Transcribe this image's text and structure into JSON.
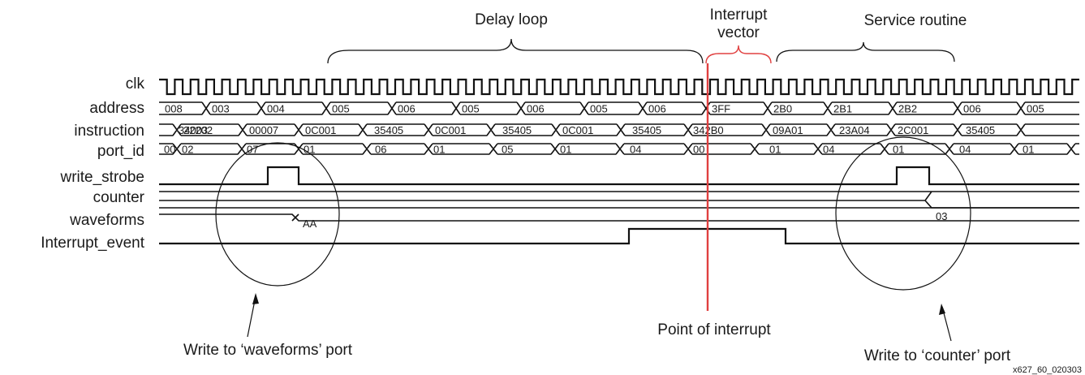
{
  "signals": [
    "clk",
    "address",
    "instruction",
    "port_id",
    "write_strobe",
    "counter",
    "waveforms",
    "Interrupt_event"
  ],
  "buses": {
    "address": [
      "008",
      "003",
      "004",
      "005",
      "006",
      "005",
      "006",
      "005",
      "006",
      "3FF",
      "2B0",
      "2B1",
      "2B2",
      "006",
      "005"
    ],
    "instruction": [
      "34003",
      "22202",
      "00007",
      "0C001",
      "35405",
      "0C001",
      "35405",
      "0C001",
      "35405",
      "342B0",
      "09A01",
      "23A04",
      "2C001",
      "35405"
    ],
    "port_id": [
      "00",
      "02",
      "07",
      "01",
      "06",
      "01",
      "05",
      "01",
      "04",
      "00",
      "01",
      "04",
      "01",
      "04",
      "01"
    ],
    "counter": [
      "03"
    ],
    "waveforms": [
      "AA"
    ]
  },
  "annotations": {
    "delay_loop": "Delay loop",
    "interrupt_vector_line1": "Interrupt",
    "interrupt_vector_line2": "vector",
    "service_routine": "Service routine",
    "point_of_interrupt": "Point of interrupt",
    "write_waveforms": "Write to ‘waveforms’ port",
    "write_counter": "Write to ‘counter’ port",
    "figure_code": "x627_60_020303"
  },
  "colors": {
    "interrupt_line": "#e04040",
    "ink": "#111111"
  }
}
